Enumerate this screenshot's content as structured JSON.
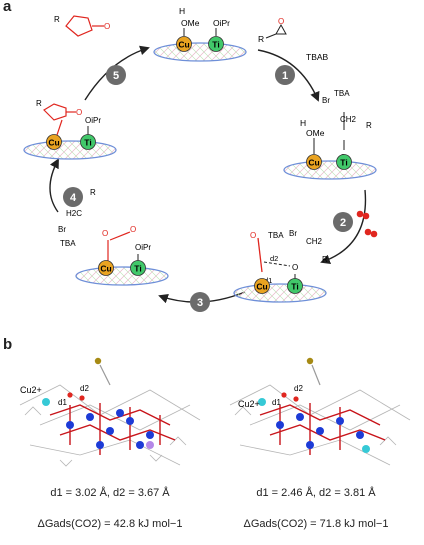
{
  "panel_a": {
    "label": "a"
  },
  "panel_b": {
    "label": "b"
  },
  "cycle": {
    "steps": [
      "1",
      "2",
      "3",
      "4",
      "5"
    ],
    "reagent_tbab": "TBAB",
    "metal_cu": "Cu",
    "metal_ti": "Ti",
    "group_ome": "OMe",
    "group_h": "H",
    "group_o": "O",
    "group_oipr": "OiPr",
    "group_r": "R",
    "group_ch2": "CH2",
    "group_h2c": "H2C",
    "ion_br": "Br",
    "ion_tba": "TBA",
    "distance_d1": "d1",
    "distance_d2": "d2"
  },
  "structures": [
    {
      "metal_label": "Cu2+",
      "d1_label": "d1",
      "d2_label": "d2",
      "distances_caption": "d1 = 3.02 Å, d2 = 3.67 Å",
      "energy_caption": "ΔGads(CO2) = 42.8 kJ mol−1",
      "d1_value": "3.02 Å",
      "d2_value": "3.67 Å",
      "dG_value": "42.8 kJ mol−1"
    },
    {
      "metal_label": "Cu2+",
      "d1_label": "d1",
      "d2_label": "d2",
      "distances_caption": "d1 = 2.46 Å, d2 = 3.81 Å",
      "energy_caption": "ΔGads(CO2) = 71.8 kJ mol−1",
      "d1_value": "2.46 Å",
      "d2_value": "3.81 Å",
      "dG_value": "71.8 kJ mol−1"
    }
  ],
  "colors": {
    "cu_fill": "#e9a321",
    "ti_fill": "#41c86a",
    "support_outline": "#6e8fd8",
    "step_circle": "#6b6b6b",
    "oxygen_red": "#e0261f",
    "cluster_blue": "#1d3bd6",
    "cluster_red": "#c8141a",
    "cu_cyan": "#36c9d6"
  }
}
